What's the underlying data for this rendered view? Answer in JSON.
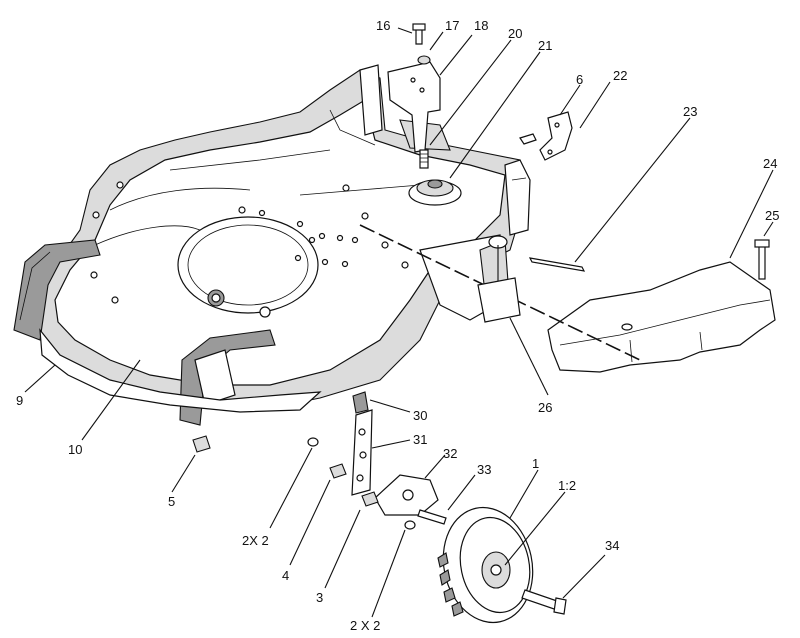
{
  "callouts": {
    "c16": "16",
    "c17": "17",
    "c18": "18",
    "c20": "20",
    "c21": "21",
    "c6": "6",
    "c22": "22",
    "c23": "23",
    "c24": "24",
    "c25": "25",
    "c26": "26",
    "c9": "9",
    "c10": "10",
    "c5": "5",
    "c30": "30",
    "c31": "31",
    "c32": "32",
    "c33": "33",
    "c1": "1",
    "c1_2": "1:2",
    "c2x2_left": "2X 2",
    "c4": "4",
    "c3": "3",
    "c2x2_right": "2 X 2",
    "c34": "34"
  }
}
